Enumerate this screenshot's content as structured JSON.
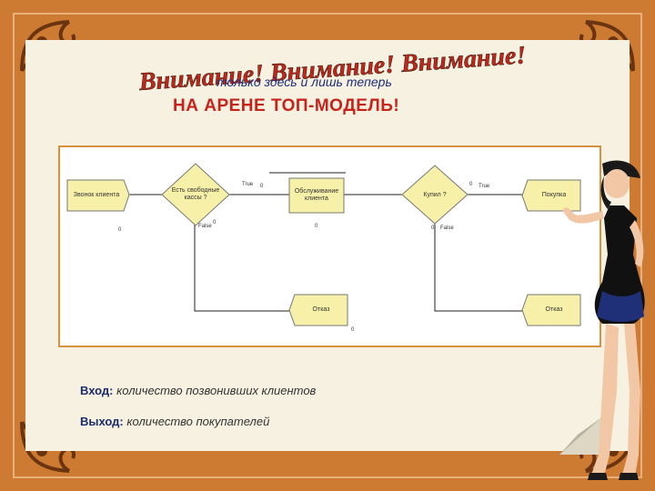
{
  "headline": "Внимание! Внимание! Внимание!",
  "subtitle": "только здесь и лишь теперь",
  "title": "НА АРЕНЕ ТОП-МОДЕЛЬ!",
  "diagram": {
    "create_label": "Звонок клиента",
    "decide1_label": "Есть свободные кассы ?",
    "process_label": "Обслуживание клиента",
    "decide2_label": "Купил ?",
    "dispose_top_label": "Покупка",
    "dispose_bottom_left_label": "Отказ",
    "dispose_bottom_right_label": "Отказ",
    "true_label1": "True",
    "false_label1": "False",
    "true_label2": "True",
    "false_label2": "False",
    "count_zero1": "0",
    "count_zero2": "0",
    "count_zero3": "0",
    "count_zero4": "0",
    "count_zero5": "0",
    "count_zero6": "0",
    "count_zero7": "0"
  },
  "info": {
    "input_label": "Вход:",
    "input_text": "количество позвонивших клиентов",
    "output_label": "Выход:",
    "output_text": "количество покупателей"
  },
  "colors": {
    "frame": "#cd7a33",
    "panel": "#f6f1e0",
    "title_red": "#c8231b",
    "subtitle_blue": "#1f2d7a",
    "node_fill": "#f7f0a8"
  }
}
